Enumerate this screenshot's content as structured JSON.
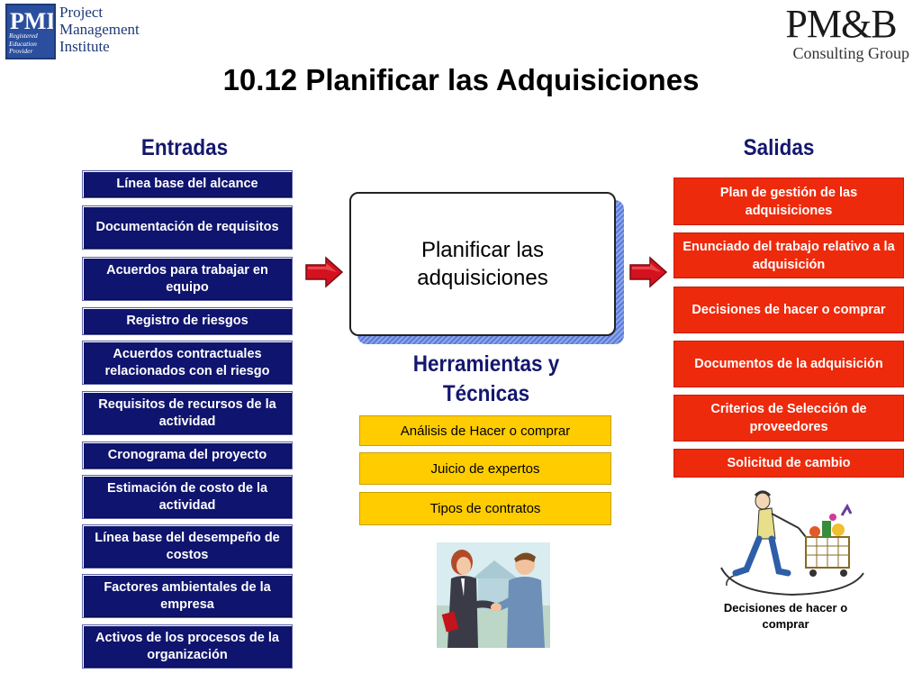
{
  "logos": {
    "pmi_mark": "PMI",
    "pmi_sub_lines": [
      "Registered",
      "Education",
      "Provider"
    ],
    "pmi_words": [
      "Project",
      "Management",
      "Institute"
    ],
    "pmb_main": "PM&B",
    "pmb_sub": "Consulting Group"
  },
  "title": "10.12 Planificar las Adquisiciones",
  "sections": {
    "inputs": "Entradas",
    "outputs": "Salidas",
    "tools_line1": "Herramientas y",
    "tools_line2": "Técnicas"
  },
  "process": {
    "line1": "Planificar las",
    "line2": "adquisiciones"
  },
  "inputs": [
    "Línea base del alcance",
    "Documentación de requisitos",
    "Acuerdos para trabajar en equipo",
    "Registro de riesgos",
    "Acuerdos contractuales relacionados con el riesgo",
    "Requisitos de recursos de la actividad",
    "Cronograma del proyecto",
    "Estimación de costo de la actividad",
    "Línea base del desempeño de costos",
    "Factores ambientales de la empresa",
    "Activos de los procesos de la organización"
  ],
  "outputs": [
    "Plan de gestión de las adquisiciones",
    "Enunciado del trabajo relativo a la adquisición",
    "Decisiones de hacer o comprar",
    "Documentos de la adquisición",
    "Criterios de Selección de proveedores",
    "Solicitud de cambio"
  ],
  "tools": [
    "Análisis de Hacer o comprar",
    "Juicio de expertos",
    "Tipos de contratos"
  ],
  "cart_caption_line1": "Decisiones de hacer o",
  "cart_caption_line2": "comprar",
  "colors": {
    "input_fill": "#0f146e",
    "output_fill": "#ee2a0c",
    "tool_fill": "#ffcc00",
    "arrow_fill": "#d4121f",
    "heading": "#14176e"
  },
  "icons": [
    "pmi-logo-icon",
    "right-arrow-icon",
    "handshake-illustration",
    "shopping-cart-illustration"
  ]
}
